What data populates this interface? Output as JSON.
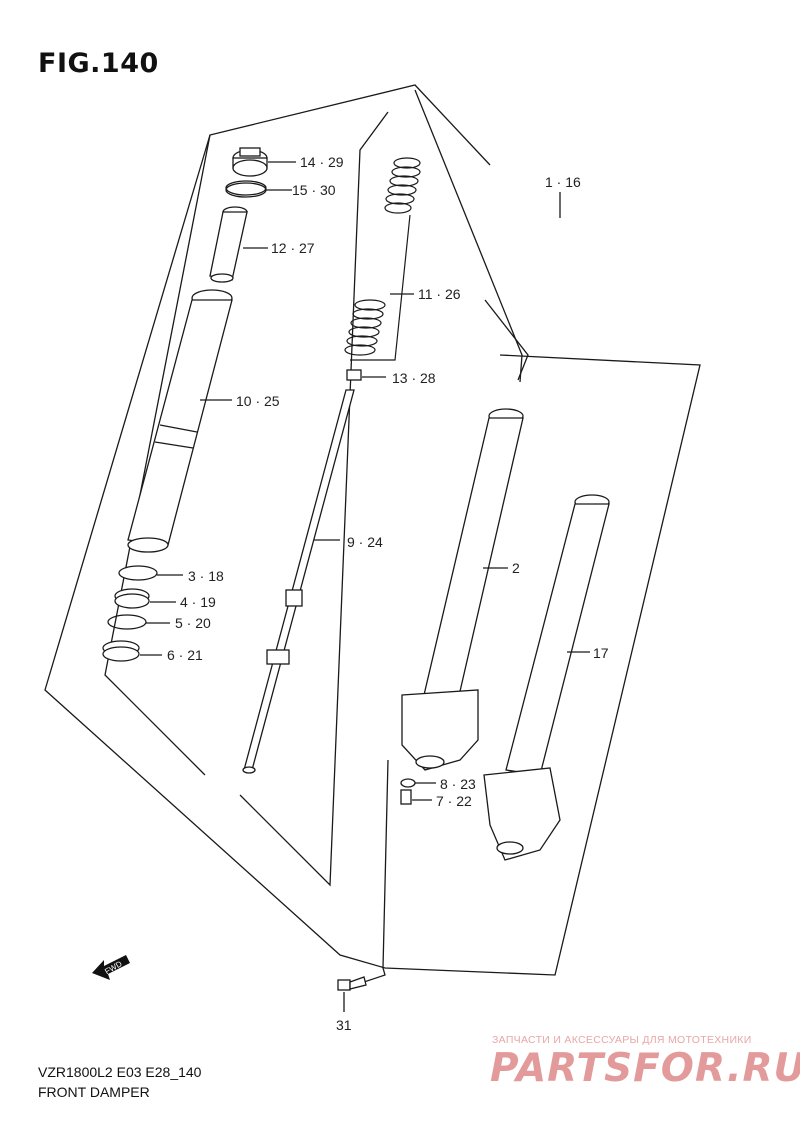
{
  "header": {
    "title": "FIG.140"
  },
  "callouts": [
    {
      "id": "c14",
      "text": "14 · 29"
    },
    {
      "id": "c15",
      "text": "15 · 30"
    },
    {
      "id": "c12",
      "text": "12 · 27"
    },
    {
      "id": "c10",
      "text": "10 · 25"
    },
    {
      "id": "c3",
      "text": "3 · 18"
    },
    {
      "id": "c4",
      "text": "4 · 19"
    },
    {
      "id": "c5",
      "text": "5 · 20"
    },
    {
      "id": "c6",
      "text": "6 · 21"
    },
    {
      "id": "c11",
      "text": "11 · 26"
    },
    {
      "id": "c13",
      "text": "13 · 28"
    },
    {
      "id": "c9",
      "text": "9 · 24"
    },
    {
      "id": "c1",
      "text": "1 · 16"
    },
    {
      "id": "c2",
      "text": "2"
    },
    {
      "id": "c17",
      "text": "17"
    },
    {
      "id": "c8",
      "text": "8 · 23"
    },
    {
      "id": "c7",
      "text": "7 · 22"
    },
    {
      "id": "c31",
      "text": "31"
    }
  ],
  "fwd_label": "FWD",
  "footer": {
    "model_code": "VZR1800L2 E03 E28_140",
    "section_name": "FRONT DAMPER"
  },
  "watermark": {
    "tagline": "ЗАПЧАСТИ И АКСЕССУАРЫ ДЛЯ МОТОТЕХНИКИ",
    "logo": "PARTSFOR.RU"
  }
}
